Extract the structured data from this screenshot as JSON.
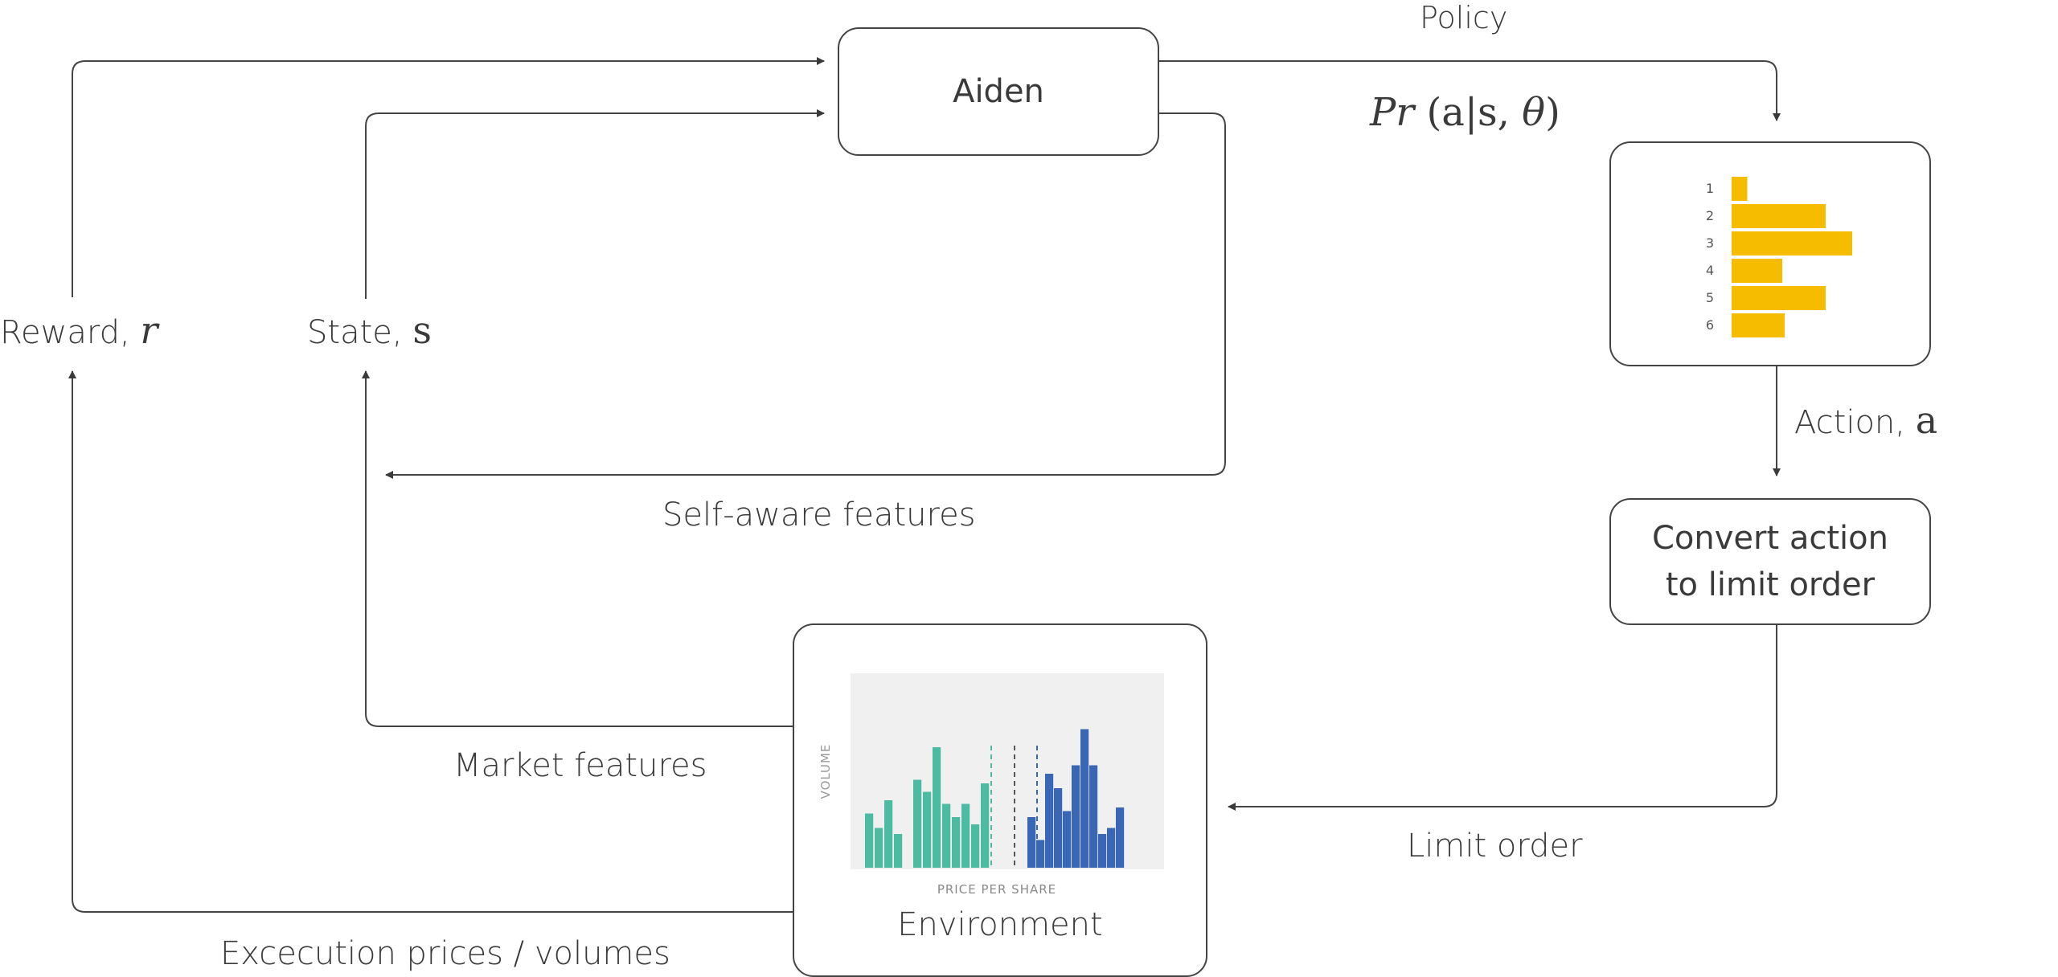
{
  "nodes": {
    "agent": "Aiden",
    "policy_chart": {
      "categories": [
        "1",
        "2",
        "3",
        "4",
        "5",
        "6"
      ],
      "values": [
        0.13,
        0.78,
        1.0,
        0.42,
        0.78,
        0.44
      ],
      "bar_color": "#f5bc00"
    },
    "convert": [
      "Convert action",
      "to limit order"
    ],
    "environment": "Environment",
    "env_chart": {
      "ylabel": "VOLUME",
      "xlabel": "PRICE PER SHARE",
      "bid_color": "#4cbba2",
      "ask_color": "#3a67b5",
      "bid_values": [
        0.45,
        0.33,
        0.56,
        0.28,
        0,
        0.73,
        0.63,
        1.0,
        0.53,
        0.42,
        0.53,
        0.36,
        0.7
      ],
      "ask_values": [
        0.42,
        0.23,
        0.78,
        0.66,
        0.47,
        0.85,
        1.15,
        0.85,
        0.28,
        0.33,
        0.5
      ]
    }
  },
  "edges": {
    "policy": "Policy",
    "policy_formula": {
      "pr": "Pr",
      "args": " (a|s, ",
      "theta": "θ",
      "close": ")"
    },
    "action": {
      "label": "Action, ",
      "symbol": "a"
    },
    "limit_order": "Limit order",
    "reward": {
      "label": "Reward, ",
      "symbol": "r"
    },
    "state": {
      "label": "State, ",
      "symbol": "s"
    },
    "self_aware": "Self-aware features",
    "market": "Market features",
    "execution": "Excecution prices / volumes"
  }
}
